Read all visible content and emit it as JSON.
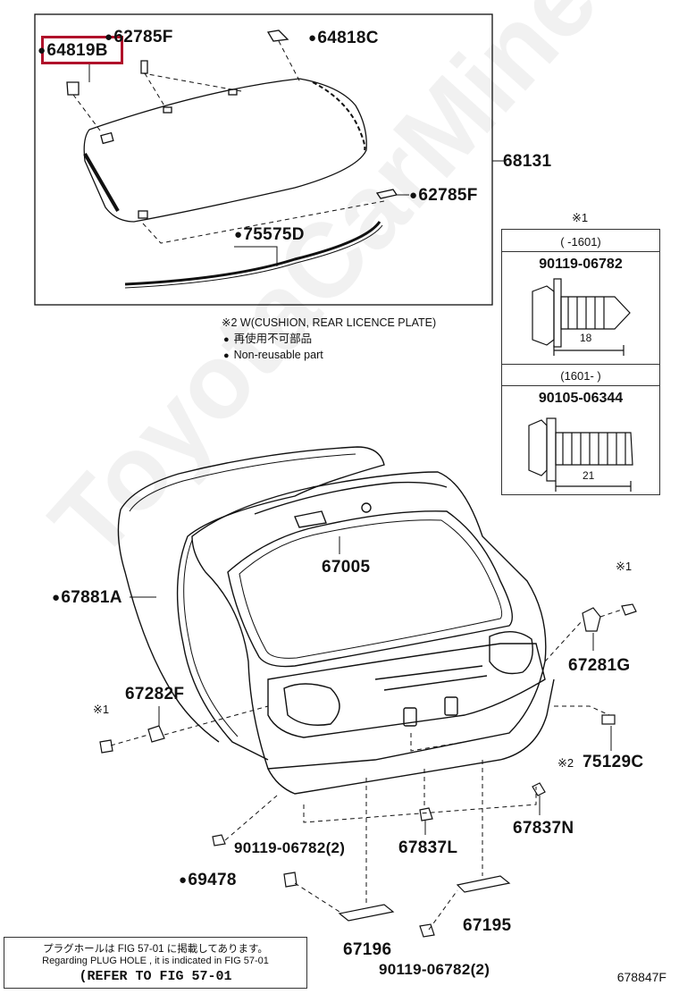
{
  "parts": {
    "p64819B": "64819B",
    "p62785F_top": "62785F",
    "p64818C": "64818C",
    "p68131": "68131",
    "p62785F_right": "62785F",
    "p75575D": "75575D",
    "p67005": "67005",
    "p67881A": "67881A",
    "p67282F": "67282F",
    "p67281G": "67281G",
    "p75129C": "75129C",
    "p67837N": "67837N",
    "p90119_left": "90119-06782(2)",
    "p67837L": "67837L",
    "p69478": "69478",
    "p67195": "67195",
    "p67196": "67196",
    "p90119_bottom": "90119-06782(2)"
  },
  "marks": {
    "star1": "※1",
    "star2": "※2"
  },
  "notes": {
    "cushion": "※2 W(CUSHION, REAR LICENCE PLATE)",
    "nonreusable_jp": "再使用不可部品",
    "nonreusable_en": "Non-reusable part"
  },
  "spec_box": {
    "header": "※1",
    "range1": "(      -1601)",
    "part1": "90119-06782",
    "dim1": "18",
    "range2": "(1601-      )",
    "part2": "90105-06344",
    "dim2": "21"
  },
  "bottom_box": {
    "line_jp": "プラグホールは FIG 57-01 に掲載してあります。",
    "line_en": "Regarding  PLUG  HOLE , it is indicated in  FIG  57-01",
    "line_ref": "(REFER  TO  FIG 57-01"
  },
  "watermark": "ToyotaCarMine.ru",
  "figure_id": "678847F",
  "colors": {
    "highlight": "#b0102a",
    "ink": "#111111"
  }
}
